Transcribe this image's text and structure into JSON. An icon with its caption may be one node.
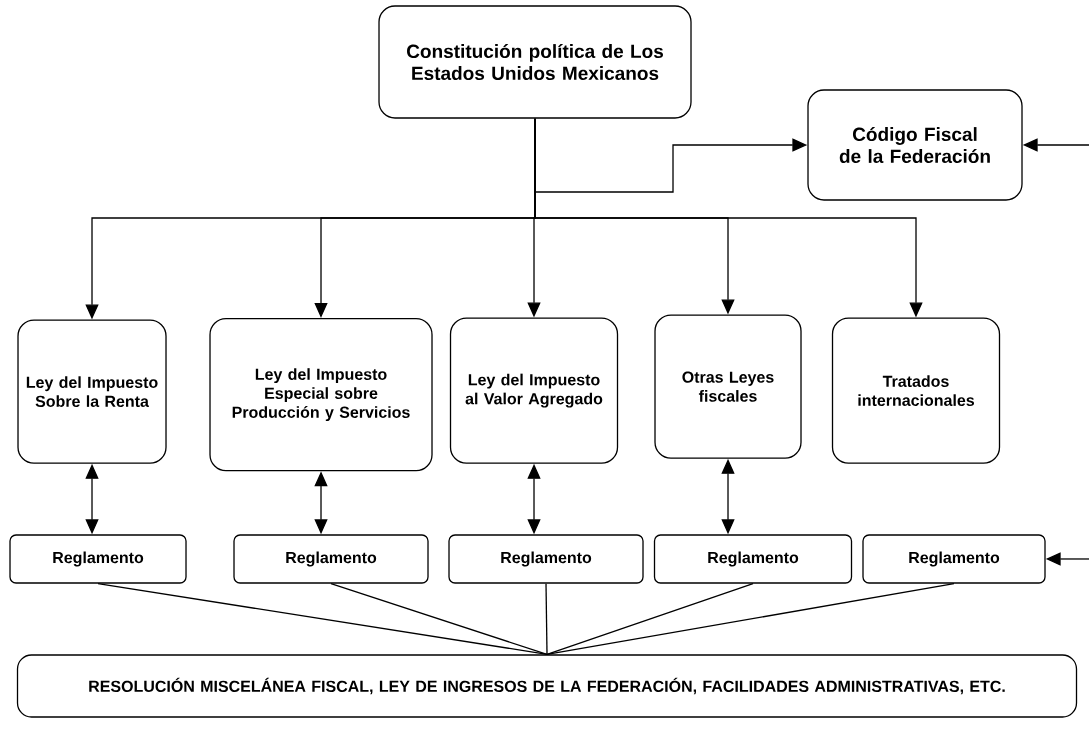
{
  "diagram": {
    "nodes": [
      {
        "text": [
          "Constitución política de Los Estados Unidos Mexicanos"
        ]
      },
      {
        "text": [
          "Código Fiscal de la Federación"
        ]
      },
      {
        "text": [
          "Ley del Impuesto Sobre la Renta"
        ]
      },
      {
        "text": [
          "Ley del Impuesto Especial sobre Producción y Servicios"
        ]
      },
      {
        "text": [
          "Ley del Impuesto al Valor Agregado"
        ]
      },
      {
        "text": [
          "Otras Leyes fiscales"
        ]
      },
      {
        "text": [
          "Tratados internacionales"
        ]
      },
      {
        "text": [
          "Reglamento"
        ]
      },
      {
        "text": [
          "Reglamento"
        ]
      },
      {
        "text": [
          "Reglamento"
        ]
      },
      {
        "text": [
          "Reglamento"
        ]
      },
      {
        "text": [
          "Reglamento"
        ]
      },
      {
        "text": [
          "RESOLUCIÓN MISCELÁNEA FISCAL, LEY DE INGRESOS DE LA FEDERACIÓN, FACILIDADES ADMINISTRATIVAS, ETC."
        ]
      }
    ],
    "edges": [
      {
        "from": 0,
        "to": 1,
        "arrow": "to"
      },
      {
        "from": null,
        "to": 1,
        "arrow": "to"
      },
      {
        "from": 0,
        "to": 2,
        "arrow": "to"
      },
      {
        "from": 0,
        "to": 3,
        "arrow": "to"
      },
      {
        "from": 0,
        "to": 4,
        "arrow": "to"
      },
      {
        "from": 0,
        "to": 5,
        "arrow": "to"
      },
      {
        "from": 0,
        "to": 6,
        "arrow": "to"
      },
      {
        "from": 2,
        "to": 7,
        "arrow": "both"
      },
      {
        "from": 3,
        "to": 8,
        "arrow": "both"
      },
      {
        "from": 4,
        "to": 9,
        "arrow": "both"
      },
      {
        "from": 5,
        "to": 10,
        "arrow": "both"
      },
      {
        "from": null,
        "to": 11,
        "arrow": "to"
      },
      {
        "from": 7,
        "to": 12,
        "arrow": "none"
      },
      {
        "from": 8,
        "to": 12,
        "arrow": "none"
      },
      {
        "from": 9,
        "to": 12,
        "arrow": "none"
      },
      {
        "from": 10,
        "to": 12,
        "arrow": "none"
      },
      {
        "from": 11,
        "to": 12,
        "arrow": "none"
      }
    ]
  }
}
